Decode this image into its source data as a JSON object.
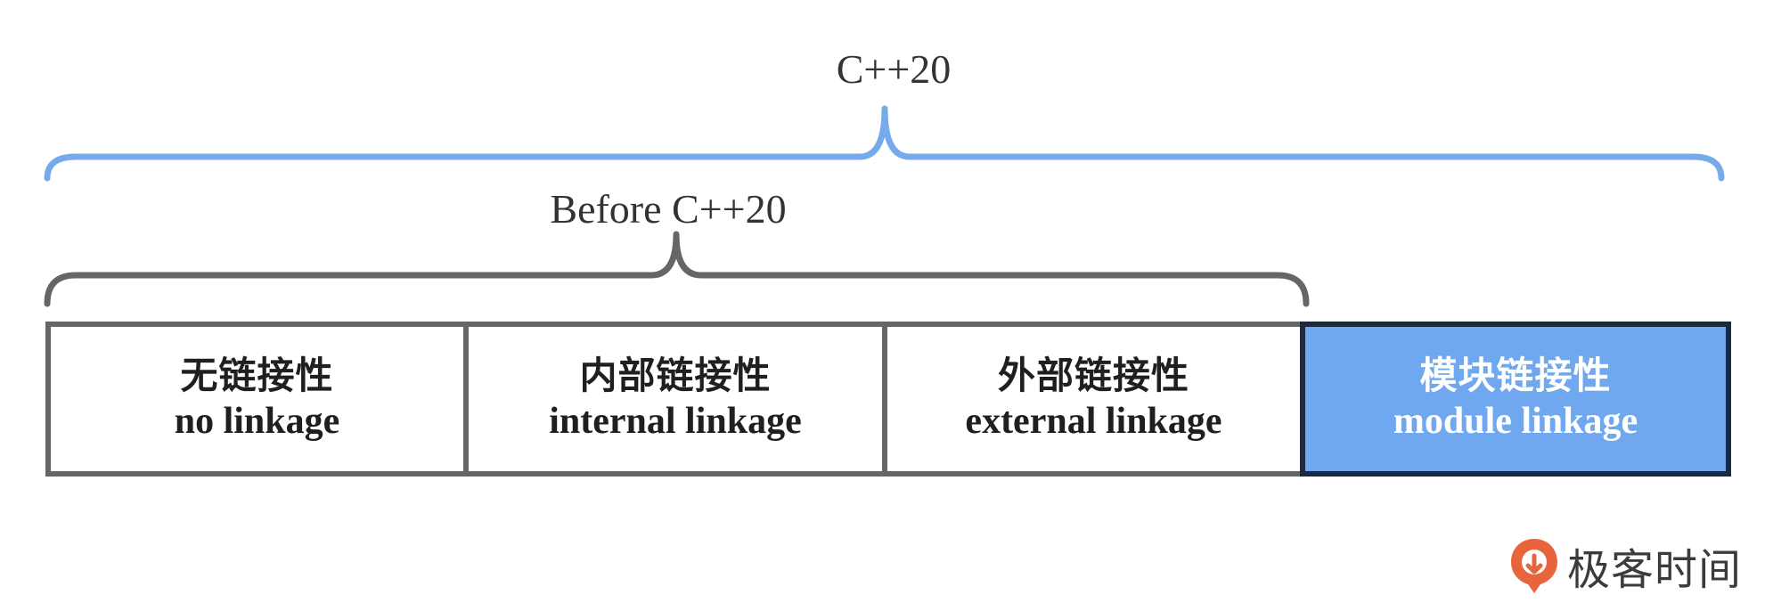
{
  "brackets": {
    "outer_label": "C++20",
    "inner_label": "Before C++20"
  },
  "boxes": [
    {
      "zh": "无链接性",
      "en": "no linkage"
    },
    {
      "zh": "内部链接性",
      "en": "internal linkage"
    },
    {
      "zh": "外部链接性",
      "en": "external linkage"
    },
    {
      "zh": "模块链接性",
      "en": "module linkage"
    }
  ],
  "logo": {
    "text": "极客时间",
    "mark_color": "#e8643c"
  },
  "colors": {
    "outer_bracket": "#76aaea",
    "inner_bracket": "#666666",
    "highlight_fill": "#6fa8ee",
    "highlight_border": "#1b2a3c"
  }
}
